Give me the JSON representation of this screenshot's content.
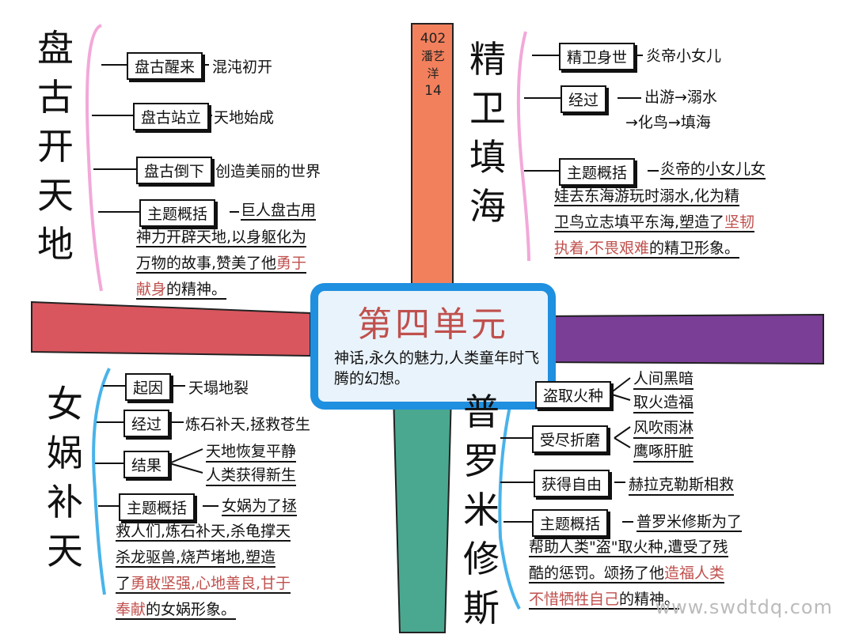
{
  "center": {
    "title": "第四单元",
    "subtitle": "神话,永久的魅力,人类童年时飞腾的幻想。"
  },
  "stamp": [
    "402",
    "潘艺洋",
    "14"
  ],
  "pangu": {
    "title": [
      "盘",
      "古",
      "开",
      "天",
      "地"
    ],
    "rows": [
      {
        "box": "盘古醒来",
        "text": "混沌初开"
      },
      {
        "box": "盘古站立",
        "text": "天地始成"
      },
      {
        "box": "盘古倒下",
        "text": "创造美丽的世界"
      }
    ],
    "summary_box": "主题概括",
    "summary_lines": [
      "巨人盘古用",
      "神力开辟天地,以身躯化为",
      "万物的故事,赞美了他",
      "的精神。"
    ],
    "summary_red": [
      "勇于",
      "献身"
    ]
  },
  "jingwei": {
    "title": [
      "精",
      "卫",
      "填",
      "海"
    ],
    "rows": [
      {
        "box": "精卫身世",
        "text": "炎帝小女儿"
      },
      {
        "box": "经过",
        "text": "出游→溺水"
      },
      {
        "box": "",
        "text": "→化鸟→填海"
      }
    ],
    "summary_box": "主题概括",
    "summary_lines": [
      "炎帝的小女儿女",
      "娃去东海游玩时溺水,化为精",
      "卫鸟立志填平东海,塑造了",
      "的精卫形象。"
    ],
    "summary_red": [
      "坚韧",
      "执着,不畏艰难"
    ]
  },
  "nvwa": {
    "title": [
      "女",
      "娲",
      "补",
      "天"
    ],
    "rows": [
      {
        "box": "起因",
        "text": "天塌地裂"
      },
      {
        "box": "经过",
        "text": "炼石补天,拯救苍生"
      },
      {
        "box": "结果",
        "text": "天地恢复平静"
      },
      {
        "box": "",
        "text": "人类获得新生"
      }
    ],
    "summary_box": "主题概括",
    "summary_lines": [
      "女娲为了拯",
      "救人们,炼石补天,杀龟撑天",
      "杀龙驱兽,烧芦堵地,塑造",
      "了",
      "的女娲形象。"
    ],
    "summary_red": [
      "勇敢坚强,心地善良,甘于",
      "奉献"
    ]
  },
  "prometheus": {
    "title": [
      "普",
      "罗",
      "米",
      "修",
      "斯"
    ],
    "rows": [
      {
        "box": "盗取火种",
        "text": "人间黑暗"
      },
      {
        "box": "",
        "text": "取火造福"
      },
      {
        "box": "受尽折磨",
        "text": "风吹雨淋"
      },
      {
        "box": "",
        "text": "鹰啄肝脏"
      },
      {
        "box": "获得自由",
        "text": "赫拉克勒斯相救"
      }
    ],
    "summary_box": "主题概括",
    "summary_lines": [
      "普罗米修斯为了",
      "帮助人类\"盗\"取火种,遭受了残",
      "酷的惩罚。颂扬了他",
      "的精神。"
    ],
    "summary_red": [
      "造福人类",
      "不惜牺牲自己"
    ]
  },
  "colors": {
    "top": "#f2805c",
    "left": "#d9565e",
    "right": "#7a3e97",
    "bottom": "#4aa890",
    "center_border": "#1f8fe0",
    "center_title": "#c0504d",
    "brace_pink": "#f2a9d9",
    "brace_blue": "#49b3ea",
    "highlight_red": "#c0504d"
  },
  "watermark": "www.swdtdq.com"
}
